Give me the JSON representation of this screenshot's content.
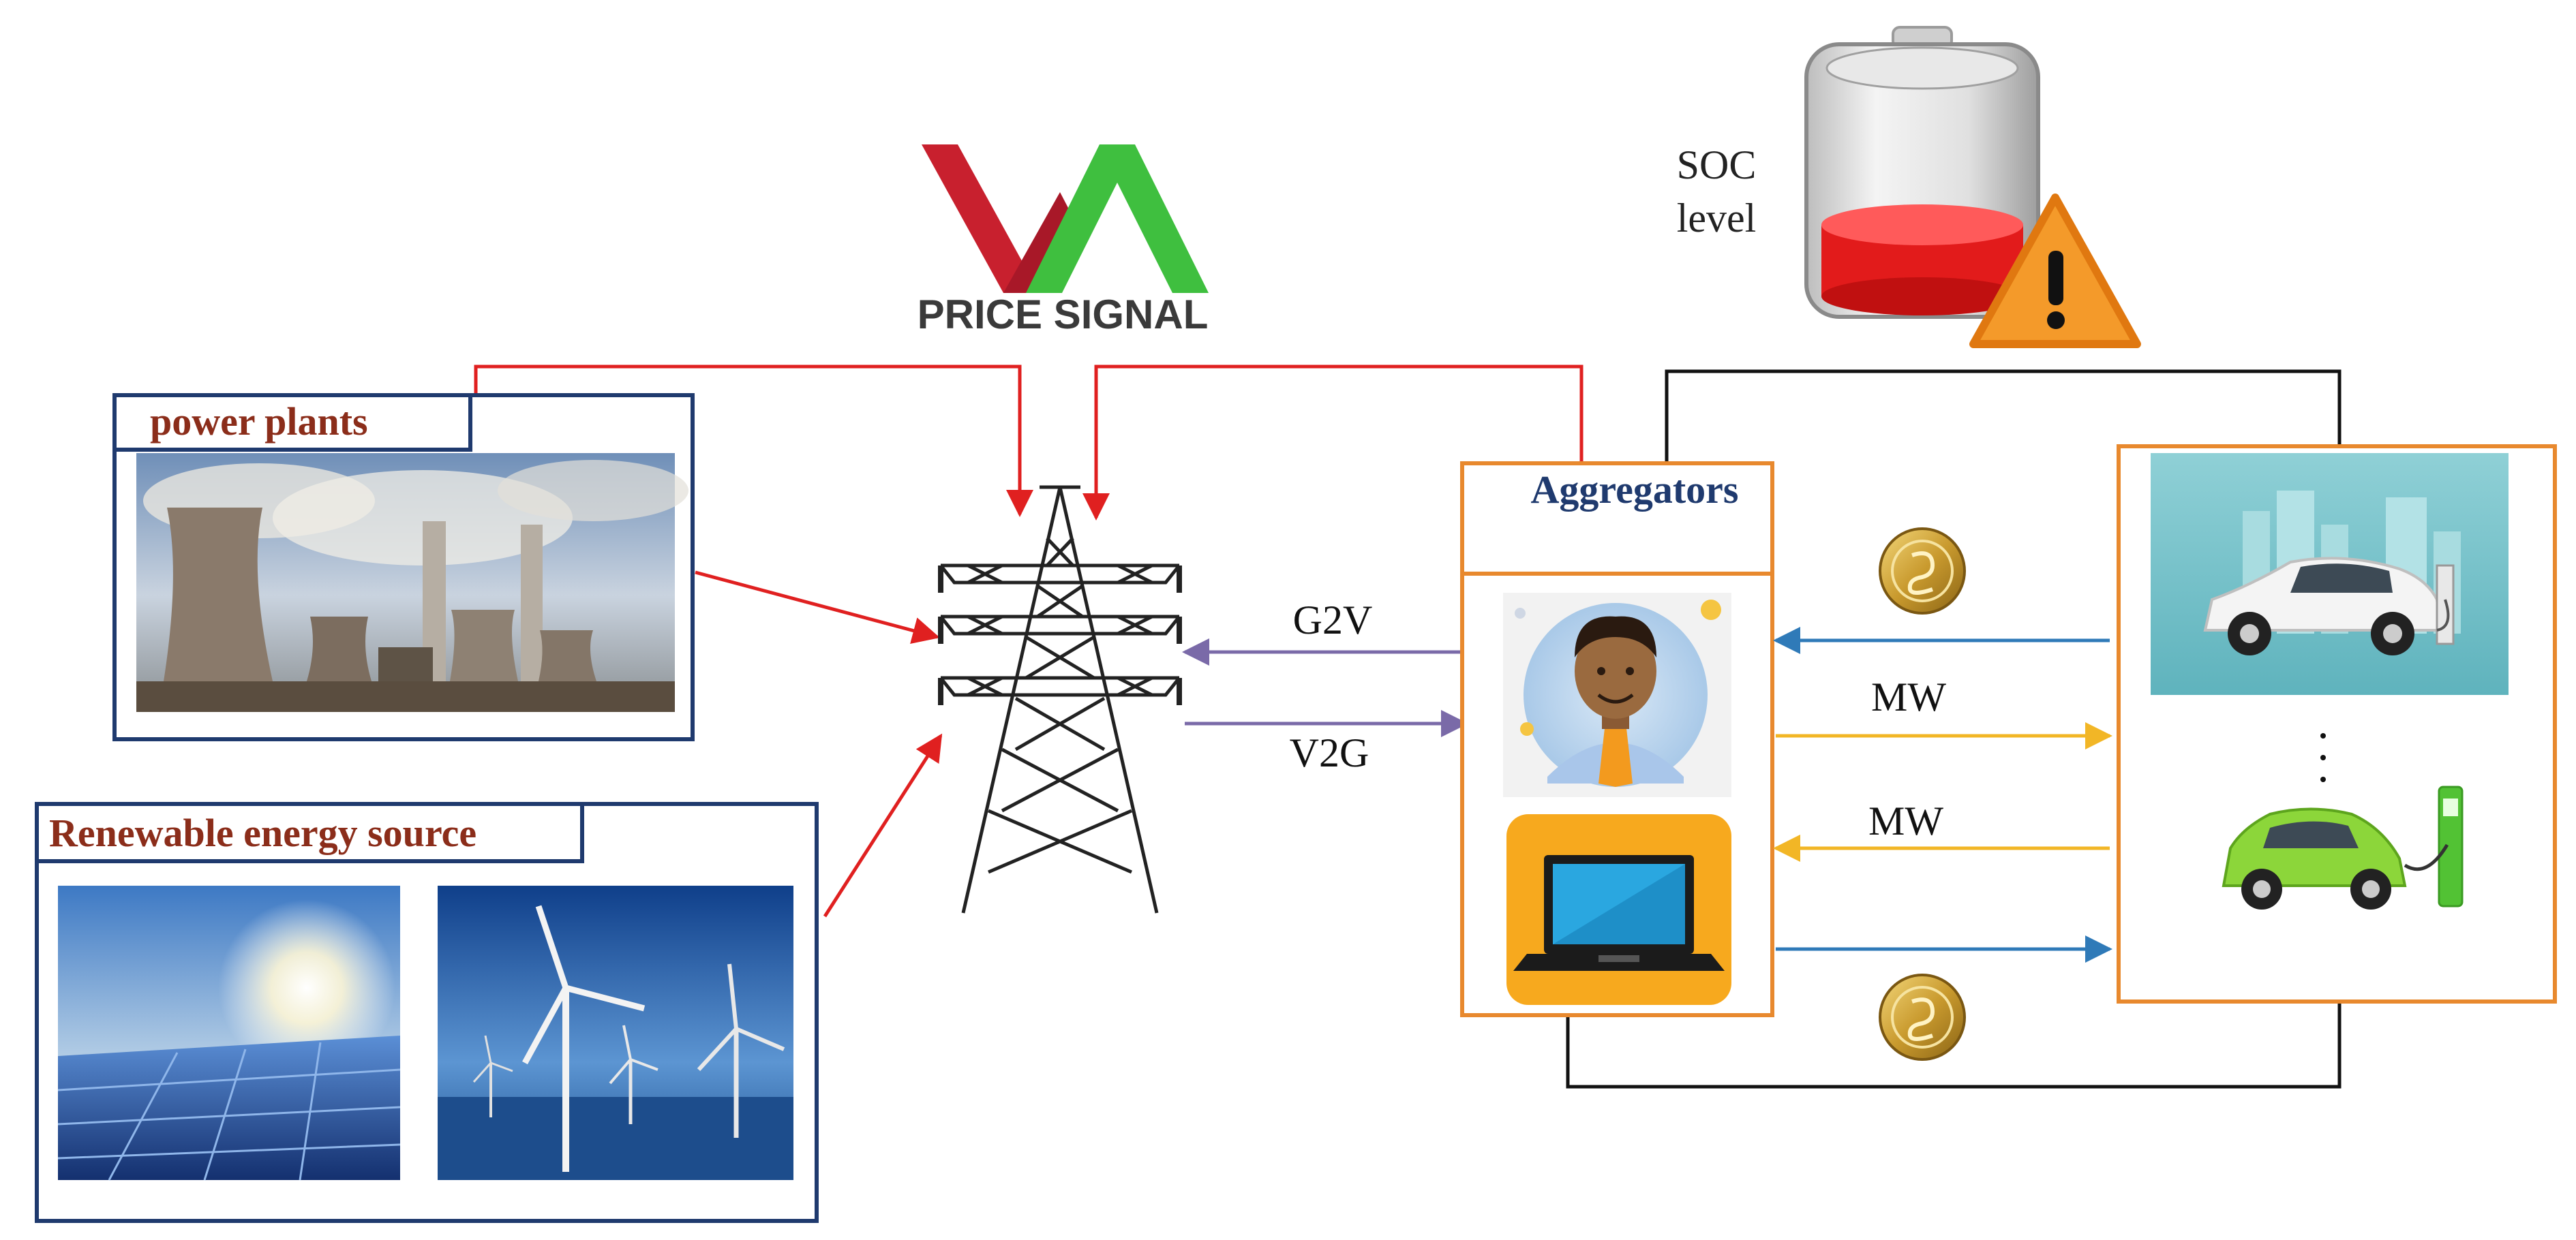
{
  "price_signal": {
    "label": "PRICE SIGNAL"
  },
  "soc": {
    "line1": "SOC",
    "line2": "level"
  },
  "power_plants": {
    "label": "power plants"
  },
  "renewable": {
    "label": "Renewable energy source"
  },
  "flows": {
    "g2v": "G2V",
    "v2g": "V2G",
    "mw_top": "MW",
    "mw_bottom": "MW"
  },
  "aggregators": {
    "label": "Aggregators"
  },
  "colors": {
    "red_line": "#e02020",
    "orange_box": "#e8892e",
    "navy_box": "#1f3a6e",
    "label_red": "#8b2d1a",
    "flow_purple": "#7a6aa8",
    "flow_blue": "#2f7ab8",
    "flow_yellow": "#f2b626",
    "logo_red": "#c8202e",
    "logo_green": "#3fbf3f"
  }
}
